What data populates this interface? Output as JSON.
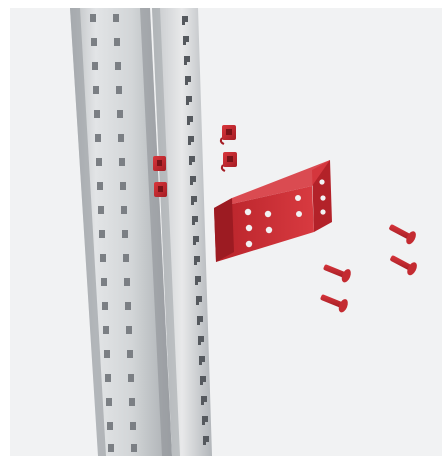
{
  "image": {
    "kind": "product-render",
    "subject": "rack-rail-mounting-kit",
    "background_color": "#f1f2f3",
    "rail_color": "#d7d9db",
    "part_color": "#c0262d",
    "parts": {
      "rails": 2,
      "cage_nuts": 4,
      "bracket": 1,
      "screws": 4
    },
    "icons": [
      "rail-icon",
      "cage-nut-icon",
      "bracket-icon",
      "screw-icon"
    ]
  }
}
